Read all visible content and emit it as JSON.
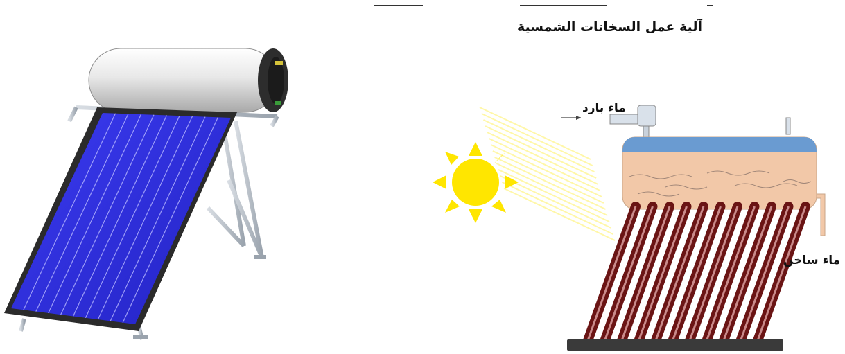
{
  "diagram": {
    "title": "آلية عمل السخانات الشمسية",
    "cold_water_label": "ماء بارد",
    "hot_water_label": "ماء ساخن"
  },
  "colors": {
    "panel_blue": "#2f2fd8",
    "frame_dark": "#2b2b2b",
    "tank_white": "#e9e9e9",
    "sun_yellow": "#ffe600",
    "tank_water_top": "#6a9bd1",
    "tank_water_body": "#f2c8a8",
    "tube_red": "#7a1a1a"
  }
}
